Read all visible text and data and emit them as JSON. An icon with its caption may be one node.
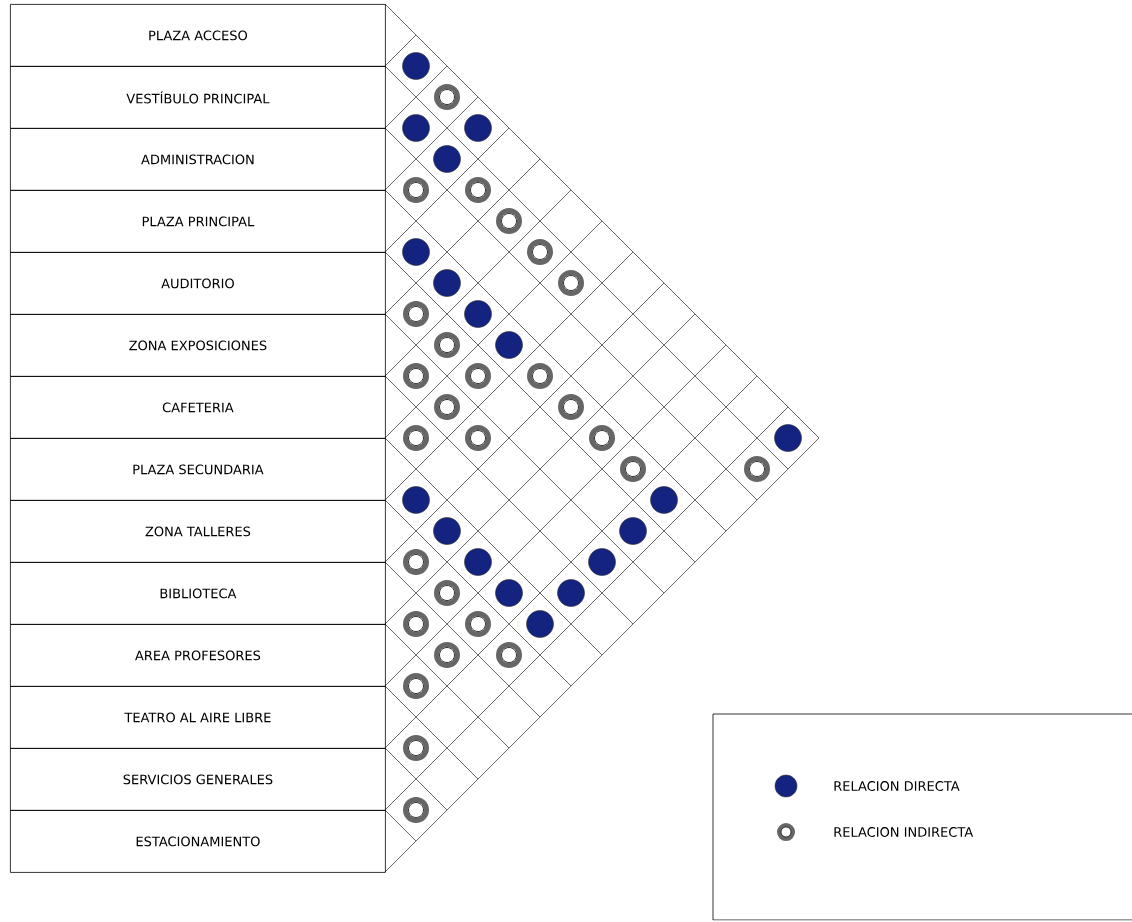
{
  "diagram": {
    "nodes": [
      {
        "text": [
          "PLAZA ACCESO"
        ]
      },
      {
        "text": [
          "VESTÍBULO PRINCIPAL"
        ]
      },
      {
        "text": [
          "ADMINISTRACION"
        ]
      },
      {
        "text": [
          "PLAZA PRINCIPAL"
        ]
      },
      {
        "text": [
          "AUDITORIO"
        ]
      },
      {
        "text": [
          "ZONA EXPOSICIONES"
        ]
      },
      {
        "text": [
          "CAFETERIA"
        ]
      },
      {
        "text": [
          "PLAZA SECUNDARIA"
        ]
      },
      {
        "text": [
          "ZONA TALLERES"
        ]
      },
      {
        "text": [
          "BIBLIOTECA"
        ]
      },
      {
        "text": [
          "AREA PROFESORES"
        ]
      },
      {
        "text": [
          "TEATRO AL AIRE LIBRE"
        ]
      },
      {
        "text": [
          "SERVICIOS GENERALES"
        ]
      },
      {
        "text": [
          "ESTACIONAMIENTO"
        ]
      },
      {
        "text": [],
        "shape": "circle"
      },
      {
        "text": [],
        "shape": "ring"
      },
      {
        "text": [],
        "shape": "circle"
      },
      {
        "text": [],
        "shape": "circle"
      },
      {
        "text": [],
        "shape": "circle"
      },
      {
        "text": [],
        "shape": "ring"
      },
      {
        "text": [],
        "shape": "ring"
      },
      {
        "text": [],
        "shape": "ring"
      },
      {
        "text": [],
        "shape": "ring"
      },
      {
        "text": [],
        "shape": "circle"
      },
      {
        "text": [],
        "shape": "circle"
      },
      {
        "text": [],
        "shape": "ring"
      },
      {
        "text": [],
        "shape": "ring"
      },
      {
        "text": [],
        "shape": "circle"
      },
      {
        "text": [],
        "shape": "ring"
      },
      {
        "text": [],
        "shape": "circle"
      },
      {
        "text": [],
        "shape": "ring"
      },
      {
        "text": [],
        "shape": "ring"
      },
      {
        "text": [],
        "shape": "ring"
      },
      {
        "text": [],
        "shape": "ring"
      },
      {
        "text": [],
        "shape": "ring"
      },
      {
        "text": [],
        "shape": "ring"
      },
      {
        "text": [],
        "shape": "ring"
      },
      {
        "text": [],
        "shape": "ring"
      },
      {
        "text": [],
        "shape": "circle"
      },
      {
        "text": [],
        "shape": "ring"
      },
      {
        "text": [],
        "shape": "ring"
      },
      {
        "text": [],
        "shape": "circle"
      },
      {
        "text": [],
        "shape": "circle"
      },
      {
        "text": [],
        "shape": "circle"
      },
      {
        "text": [],
        "shape": "circle"
      },
      {
        "text": [],
        "shape": "ring"
      },
      {
        "text": [],
        "shape": "circle"
      },
      {
        "text": [],
        "shape": "circle"
      },
      {
        "text": [],
        "shape": "ring"
      },
      {
        "text": [],
        "shape": "circle"
      },
      {
        "text": [],
        "shape": "circle"
      },
      {
        "text": [],
        "shape": "ring"
      },
      {
        "text": [],
        "shape": "ring"
      },
      {
        "text": [],
        "shape": "circle"
      },
      {
        "text": [],
        "shape": "ring"
      },
      {
        "text": [],
        "shape": "ring"
      },
      {
        "text": [],
        "shape": "ring"
      },
      {
        "text": [],
        "shape": "ring"
      },
      {
        "text": [],
        "shape": "ring"
      }
    ],
    "legend": [
      {
        "text": "RELACION DIRECTA",
        "color": "#13237f"
      },
      {
        "text": "RELACION INDIRECTA"
      }
    ]
  }
}
